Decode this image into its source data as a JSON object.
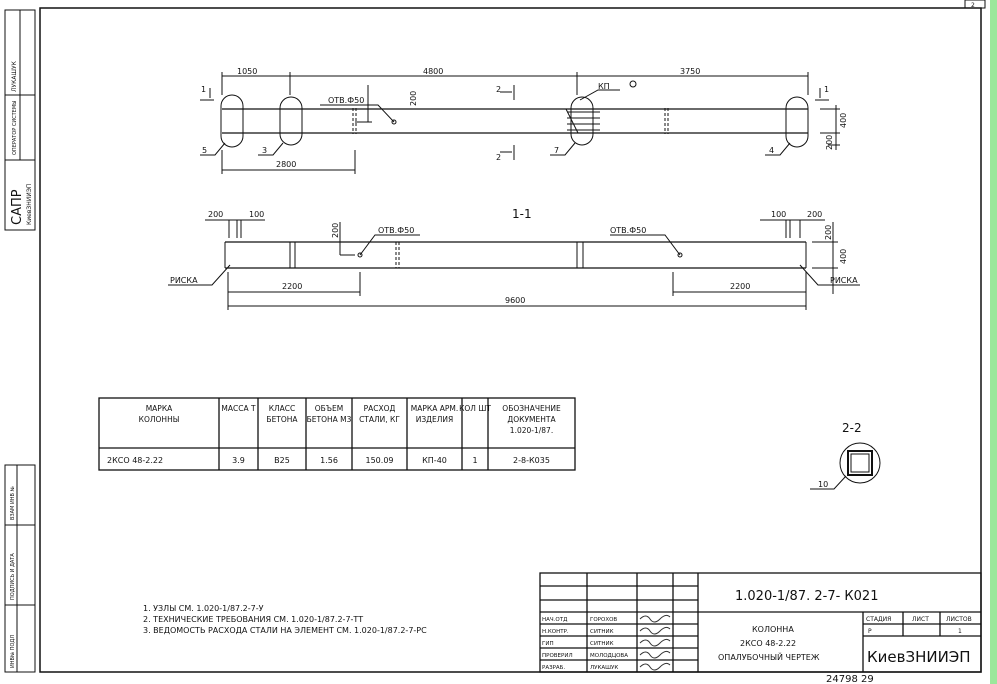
{
  "sheet_corner": "2",
  "side_stamp_top": {
    "name": "ЛУКАШУК",
    "operator": "ОПЕРАТОР СИСТЕМЫ",
    "sapr": "САПР",
    "org": "КиевЗНИИЭП"
  },
  "side_stamp_bottom": {
    "inv_podl": "ИНВ№ ПОДЛ",
    "podpis": "ПОДПИСЬ И ДАТА",
    "vzam": "ВЗАМ ИНВ №"
  },
  "plan": {
    "dims": [
      "1050",
      "4800",
      "3750",
      "2800",
      "200",
      "400",
      "200"
    ],
    "hole": "ОТВ.Ф50",
    "kp": "КП",
    "section_mark_1": "1",
    "section_mark_2": "2",
    "callouts": [
      "5",
      "3",
      "7",
      "4"
    ]
  },
  "section_1_1": {
    "title": "1-1",
    "dims_left": [
      "200",
      "100"
    ],
    "dims_right": [
      "100",
      "200"
    ],
    "hole": "ОТВ.Ф50",
    "risk": "РИСКА",
    "d200": "200",
    "d400": "400",
    "d2200": "2200",
    "total": "9600"
  },
  "section_2_2": {
    "title": "2-2",
    "callout": "10"
  },
  "spec_table": {
    "headers": [
      "МАРКА КОЛОННЫ",
      "МАССА Т",
      "КЛАСС БЕТОНА",
      "ОБЪЕМ БЕТОНА М3",
      "РАСХОД СТАЛИ, КГ",
      "МАРКА АРМ. ИЗДЕЛИЯ",
      "КОЛ ШТ",
      "ОБОЗНАЧЕНИЕ ДОКУМЕНТА 1.020-1/87."
    ],
    "rows": [
      [
        "2КСО 48-2.22",
        "3.9",
        "В25",
        "1.56",
        "150.09",
        "КП-40",
        "1",
        "2-8-К035"
      ]
    ]
  },
  "notes": [
    "1. УЗЛЫ СМ. 1.020-1/87.2-7-У",
    "2. ТЕХНИЧЕСКИЕ ТРЕБОВАНИЯ СМ. 1.020-1/87.2-7-ТТ",
    "3. ВЕДОМОСТЬ РАСХОДА СТАЛИ НА ЭЛЕМЕНТ СМ. 1.020-1/87.2-7-РС"
  ],
  "title_block": {
    "code": "1.020-1/87. 2-7- К021",
    "staff": [
      {
        "role": "НАЧ.ОТД",
        "name": "ГОРОХОВ"
      },
      {
        "role": "Н.КОНТР.",
        "name": "СИТНИК"
      },
      {
        "role": "ГИП",
        "name": "СИТНИК"
      },
      {
        "role": "ПРОВЕРИЛ",
        "name": "МОЛОДЦОВА"
      },
      {
        "role": "РАЗРАБ.",
        "name": "ЛУКАШУК"
      }
    ],
    "title_line1": "КОЛОННА",
    "title_line2": "2КСО 48-2.22",
    "title_line3": "ОПАЛУБОЧНЫЙ ЧЕРТЕЖ",
    "stage_label": "СТАДИЯ",
    "sheet_label": "ЛИСТ",
    "sheets_label": "ЛИСТОВ",
    "stage": "Р",
    "sheet": "",
    "sheets": "1",
    "org": "КиевЗНИИЭП"
  },
  "footer_number": "24798   29"
}
